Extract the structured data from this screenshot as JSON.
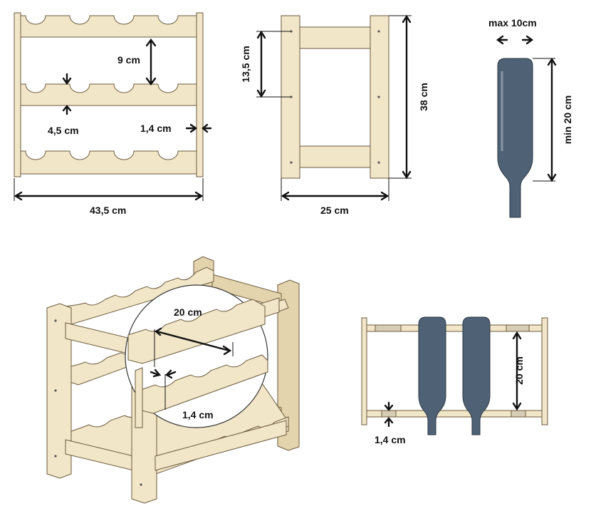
{
  "front_view": {
    "width_label": "43,5 cm",
    "spacing_label": "9 cm",
    "hole_label": "4,5 cm",
    "thickness_label": "1,4 cm"
  },
  "side_view": {
    "bar_spacing_label": "13,5 cm",
    "height_label": "38 cm",
    "depth_label": "25 cm"
  },
  "bottle_spec": {
    "max_width_label": "max 10cm",
    "min_length_label": "min 20 cm"
  },
  "perspective_view": {
    "spacing_label": "20 cm",
    "thickness_label": "1,4 cm"
  },
  "top_view": {
    "spacing_label": "20 cm",
    "thickness_label": "1,4 cm"
  },
  "colors": {
    "wood": "#f2e6c9",
    "wood_edge": "#6b5a3c",
    "bottle": "#4f6275"
  }
}
